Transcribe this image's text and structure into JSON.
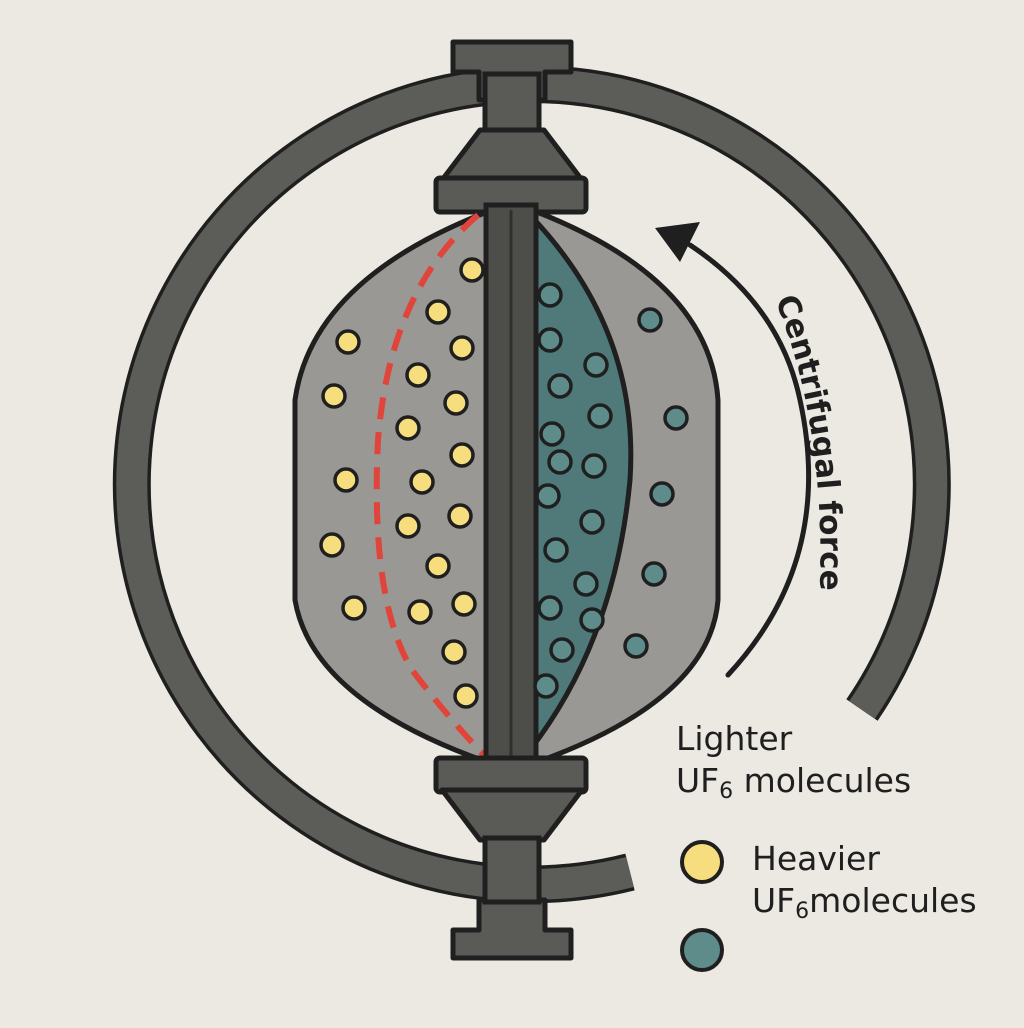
{
  "colors": {
    "background": "#ece9e2",
    "outline": "#1f1f1f",
    "ring": "#5c5d59",
    "casing": "#5a5b57",
    "drum": "#9a9894",
    "enriched_zone": "#4f7a79",
    "light_molecule": "#f6de7e",
    "heavy_molecule": "#5e8c8b",
    "boundary_dash": "#e0443a"
  },
  "annotations": {
    "centrifugal_force": "Centrifugal force"
  },
  "legend": {
    "lighter": {
      "line1": "Lighter",
      "line2_prefix": "UF",
      "line2_sub": "6",
      "line2_suffix": " molecules"
    },
    "heavier": {
      "line1": "Heavier",
      "line2_prefix": "UF",
      "line2_sub": "6",
      "line2_suffix": "molecules"
    }
  },
  "icons": {
    "light_marker": "yellow-molecule-icon",
    "heavy_marker": "teal-molecule-icon"
  }
}
